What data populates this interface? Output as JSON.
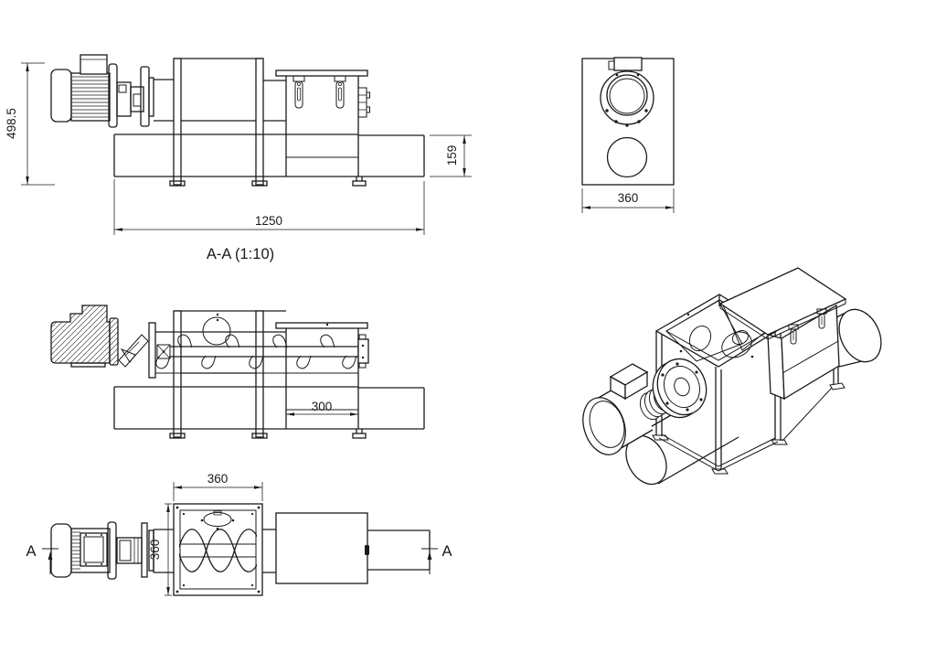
{
  "page": {
    "background": "#ffffff",
    "line_color": "#1a1a1a",
    "description": "Technical CAD drawing of a motorized screw conveyor / auger feeder with hopper, shown in four orthographic views and one isometric view"
  },
  "views": {
    "front_elevation": {
      "dims": {
        "overall_height": "498.5",
        "overall_length": "1250",
        "outlet_height": "159"
      }
    },
    "end_view": {
      "dims": {
        "body_width": "360"
      }
    },
    "section_view": {
      "title": "A-A (1:10)",
      "dims": {
        "hopper_opening": "300"
      }
    },
    "plan_view": {
      "dims": {
        "hopper_width": "360",
        "hopper_depth": "360"
      },
      "section_cut": {
        "left_label": "A",
        "right_label": "A"
      }
    },
    "isometric_view": {}
  }
}
